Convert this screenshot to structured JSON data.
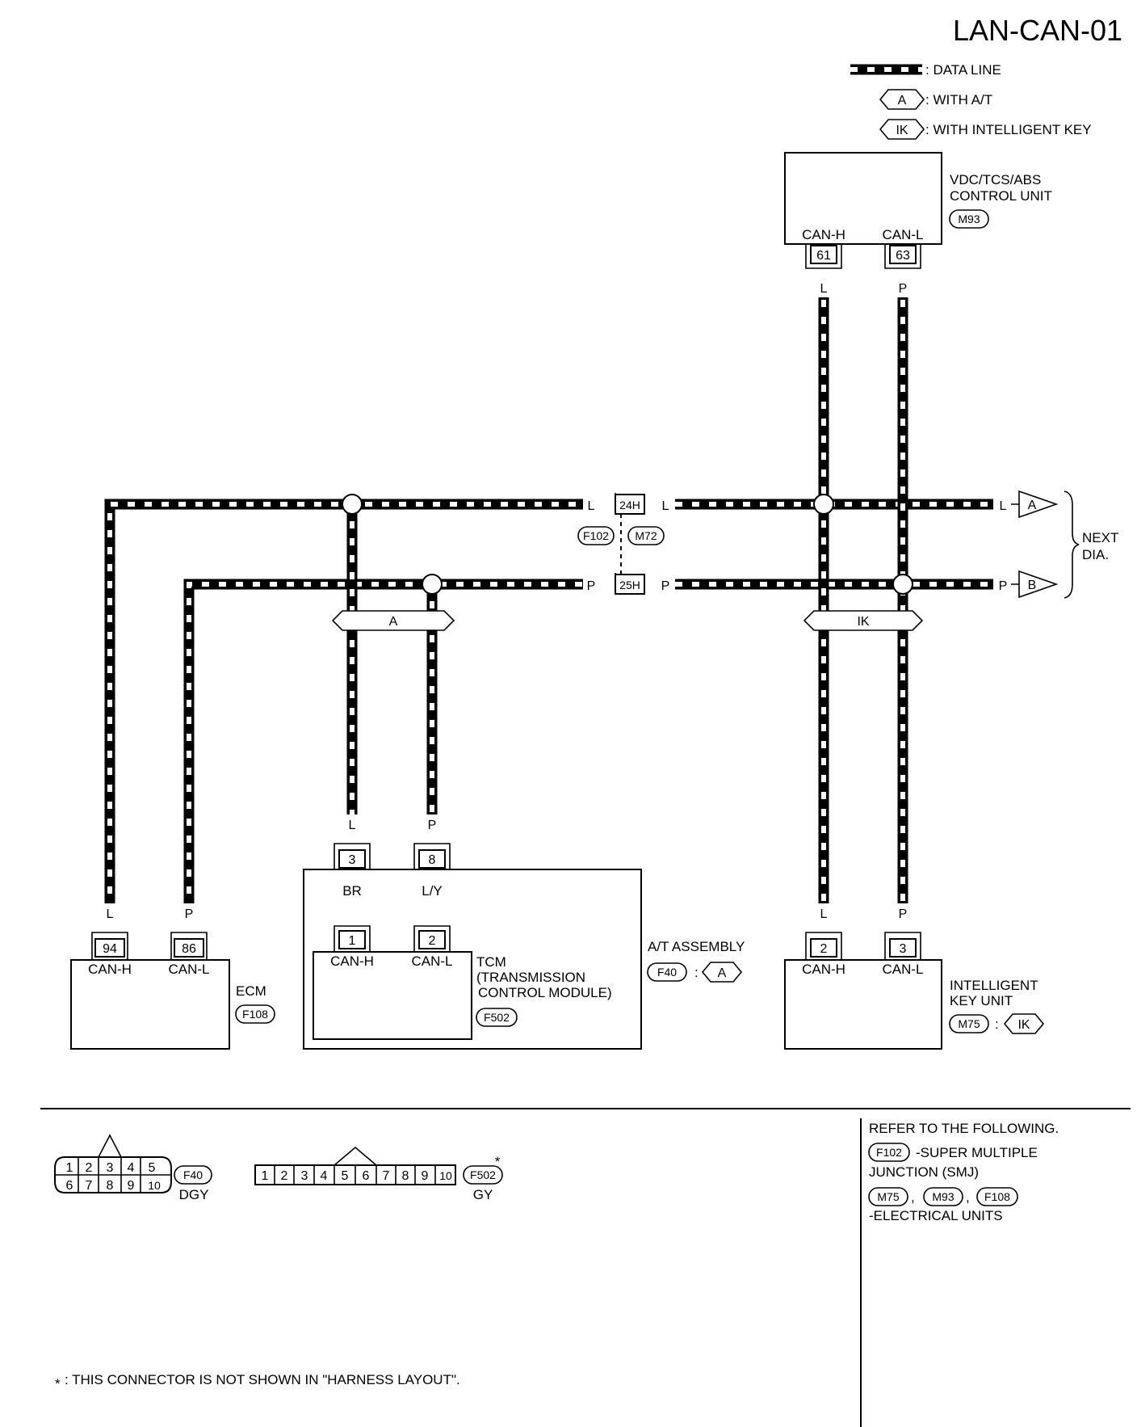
{
  "title": "LAN-CAN-01",
  "legend": {
    "data_line": ": DATA LINE",
    "with_at_symbol": "A",
    "with_at": ": WITH A/T",
    "with_ik_symbol": "IK",
    "with_ik": ": WITH INTELLIGENT KEY"
  },
  "vdc": {
    "name_line1": "VDC/TCS/ABS",
    "name_line2": "CONTROL UNIT",
    "connector": "M93",
    "pin_h_label": "CAN-H",
    "pin_l_label": "CAN-L",
    "pin_h": "61",
    "pin_l": "63",
    "wire_h": "L",
    "wire_l": "P"
  },
  "junction": {
    "pin_h": "24H",
    "pin_l": "25H",
    "conn_a": "F102",
    "conn_b": "M72",
    "wire_l": "L",
    "wire_p": "P"
  },
  "next": {
    "line1": "NEXT",
    "line2": "DIA.",
    "arrow_a": "A",
    "arrow_b": "B"
  },
  "branch": {
    "a": "A",
    "ik": "IK"
  },
  "ecm": {
    "name": "ECM",
    "connector": "F108",
    "pin_h": "94",
    "pin_l": "86",
    "pin_h_label": "CAN-H",
    "pin_l_label": "CAN-L",
    "wire_h": "L",
    "wire_l": "P"
  },
  "at_assembly": {
    "name": "A/T ASSEMBLY",
    "connector": "F40",
    "colon": ":",
    "option": "A",
    "pin_h": "3",
    "pin_l": "8",
    "wire_h": "L",
    "wire_l": "P",
    "internal_h": "BR",
    "internal_l": "L/Y"
  },
  "tcm": {
    "name_line1": "TCM",
    "name_line2": "(TRANSMISSION",
    "name_line3": "CONTROL MODULE)",
    "connector": "F502",
    "pin_h": "1",
    "pin_l": "2",
    "pin_h_label": "CAN-H",
    "pin_l_label": "CAN-L"
  },
  "ikey": {
    "name_line1": "INTELLIGENT",
    "name_line2": "KEY UNIT",
    "connector": "M75",
    "colon": ":",
    "option": "IK",
    "pin_h": "2",
    "pin_l": "3",
    "pin_h_label": "CAN-H",
    "pin_l_label": "CAN-L",
    "wire_h": "L",
    "wire_l": "P"
  },
  "connectors": {
    "f40_top": [
      "1",
      "2",
      "3",
      "4",
      "5"
    ],
    "f40_bottom": [
      "6",
      "7",
      "8",
      "9",
      "10"
    ],
    "f40_name": "F40",
    "f40_color": "DGY",
    "f502_pins": [
      "1",
      "2",
      "3",
      "4",
      "5",
      "6",
      "7",
      "8",
      "9",
      "10"
    ],
    "f502_name": "F502",
    "f502_color": "GY",
    "f502_star": "*"
  },
  "refer": {
    "line1": "REFER TO THE FOLLOWING.",
    "f102": "F102",
    "f102_desc": "-SUPER MULTIPLE",
    "f102_desc2": "JUNCTION (SMJ)",
    "m75": "M75",
    "m93": "M93",
    "f108": "F108",
    "sep1": ",",
    "sep2": ",",
    "units_desc": "-ELECTRICAL UNITS"
  },
  "footnote": {
    "star": "*",
    "text": ": THIS CONNECTOR IS NOT SHOWN IN \"HARNESS LAYOUT\"."
  }
}
